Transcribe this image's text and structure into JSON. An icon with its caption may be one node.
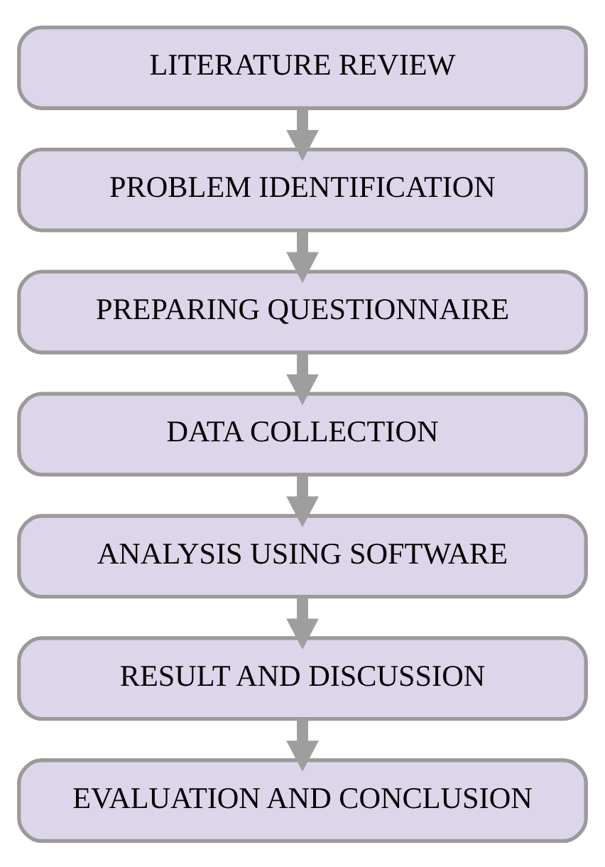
{
  "diagram": {
    "nodes": [
      {
        "text": [
          "LITERATURE REVIEW"
        ]
      },
      {
        "text": [
          "PROBLEM IDENTIFICATION"
        ]
      },
      {
        "text": [
          "PREPARING QUESTIONNAIRE"
        ]
      },
      {
        "text": [
          "DATA COLLECTION"
        ]
      },
      {
        "text": [
          "ANALYSIS USING SOFTWARE"
        ]
      },
      {
        "text": [
          "RESULT AND DISCUSSION"
        ]
      },
      {
        "text": [
          "EVALUATION AND CONCLUSION"
        ]
      }
    ],
    "edges": [
      {
        "from": 0,
        "to": 1,
        "arrow": "to"
      },
      {
        "from": 1,
        "to": 2,
        "arrow": "to"
      },
      {
        "from": 2,
        "to": 3,
        "arrow": "to"
      },
      {
        "from": 3,
        "to": 4,
        "arrow": "to"
      },
      {
        "from": 4,
        "to": 5,
        "arrow": "to"
      },
      {
        "from": 5,
        "to": 6,
        "arrow": "to"
      }
    ]
  }
}
